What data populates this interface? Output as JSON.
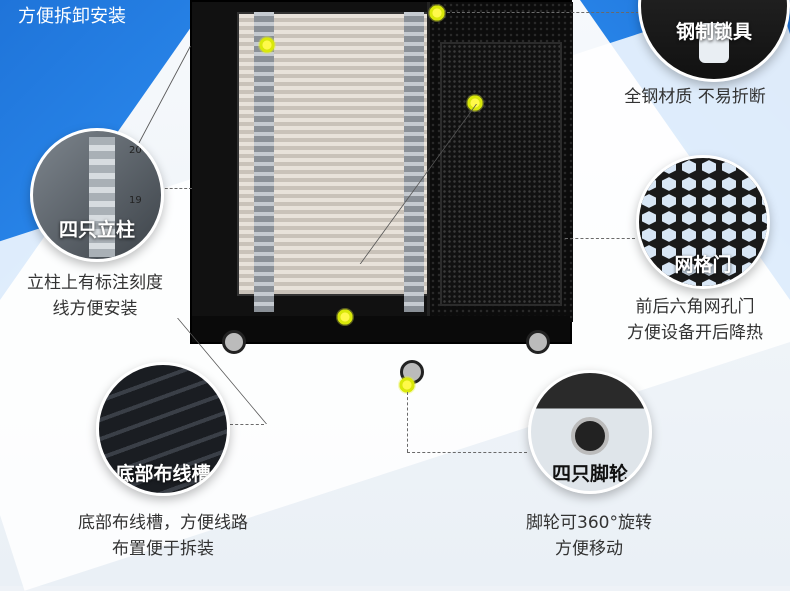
{
  "top_left_text": "方便拆卸安装",
  "callouts": {
    "lock": {
      "title": "钢制锁具",
      "desc": [
        "全钢材质 不易折断"
      ]
    },
    "post": {
      "title": "四只立柱",
      "desc": [
        "立柱上有标注刻度",
        "线方便安装"
      ]
    },
    "mesh": {
      "title": "网格门",
      "desc": [
        "前后六角网孔门",
        "方便设备开后降热"
      ]
    },
    "trough": {
      "title": "底部布线槽",
      "desc": [
        "底部布线槽，方便线路",
        "布置便于拆装"
      ]
    },
    "wheel": {
      "title": "四只脚轮",
      "desc": [
        "脚轮可360°旋转",
        "方便移动"
      ]
    }
  },
  "post_scale_numbers": [
    "20",
    "19"
  ],
  "colors": {
    "accent_blue": "#2c8cf0",
    "marker_yellow": "#e6f00a"
  }
}
